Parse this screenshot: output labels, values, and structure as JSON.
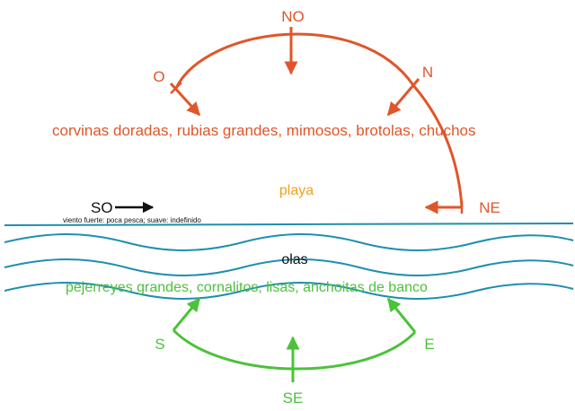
{
  "colors": {
    "north_group": "#e0562a",
    "south_group": "#4cc23a",
    "sea_lines": "#1f8fae",
    "wind_so": "#111111",
    "beach_label": "#f0a020"
  },
  "north": {
    "directions": {
      "no": "NO",
      "o": "O",
      "n": "N",
      "ne": "NE"
    },
    "fish": "corvinas doradas, rubias grandes, mimosos, brotolas, chuchos"
  },
  "beach": {
    "label": "playa"
  },
  "wind": {
    "direction": "SO",
    "note": "viento fuerte: poca pesca; suave: indefinido"
  },
  "waves": {
    "label": "olas"
  },
  "south": {
    "fish": "pejerreyes grandes, cornalitos, lisas, anchoitas de banco",
    "directions": {
      "s": "S",
      "se": "SE",
      "e": "E"
    }
  }
}
